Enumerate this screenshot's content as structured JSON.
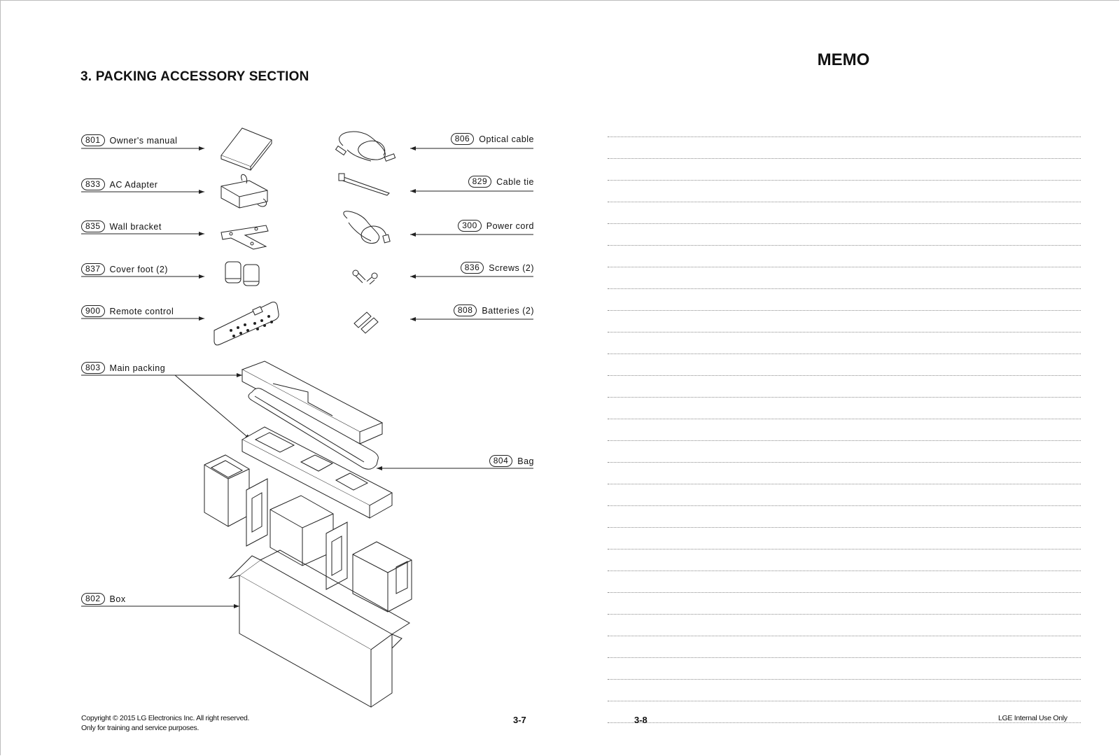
{
  "left_page": {
    "section_title": "3. PACKING ACCESSORY SECTION",
    "parts": [
      {
        "num": "801",
        "label": "Owner's manual"
      },
      {
        "num": "833",
        "label": "AC Adapter"
      },
      {
        "num": "835",
        "label": "Wall bracket"
      },
      {
        "num": "837",
        "label": "Cover foot (2)"
      },
      {
        "num": "900",
        "label": "Remote control"
      },
      {
        "num": "806",
        "label": "Optical cable"
      },
      {
        "num": "829",
        "label": "Cable tie"
      },
      {
        "num": "300",
        "label": "Power cord"
      },
      {
        "num": "836",
        "label": "Screws (2)"
      },
      {
        "num": "808",
        "label": "Batteries (2)"
      },
      {
        "num": "803",
        "label": "Main packing"
      },
      {
        "num": "804",
        "label": "Bag"
      },
      {
        "num": "802",
        "label": "Box"
      }
    ],
    "footer": {
      "copyright": "Copyright © 2015 LG Electronics Inc. All right reserved.",
      "note": "Only for training and service purposes.",
      "page_number": "3-7"
    }
  },
  "right_page": {
    "title": "MEMO",
    "line_count": 28,
    "footer": {
      "page_number": "3-8",
      "note": "LGE Internal Use Only"
    }
  }
}
